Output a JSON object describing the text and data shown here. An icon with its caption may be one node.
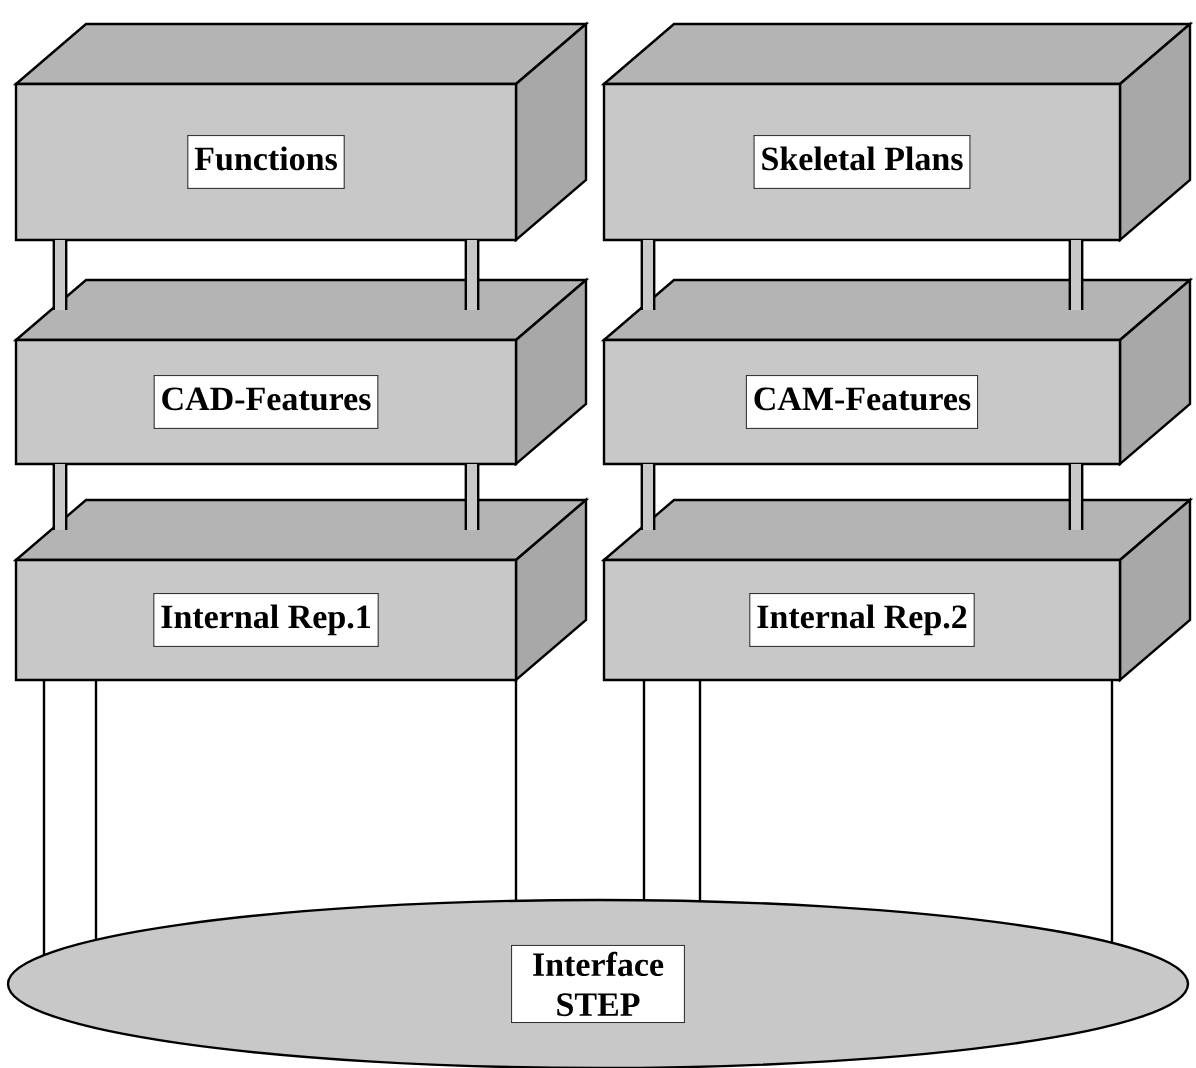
{
  "diagram": {
    "nodes": [
      {
        "text": [
          "Functions"
        ]
      },
      {
        "text": [
          "CAD-Features"
        ]
      },
      {
        "text": [
          "Internal Rep.1"
        ]
      },
      {
        "text": [
          "Skeletal Plans"
        ]
      },
      {
        "text": [
          "CAM-Features"
        ]
      },
      {
        "text": [
          "Internal Rep.2"
        ]
      },
      {
        "text": [
          "Interface STEP"
        ]
      }
    ],
    "edges": [
      {
        "from": 0,
        "to": 1,
        "arrow": "none"
      },
      {
        "from": 0,
        "to": 1,
        "arrow": "none"
      },
      {
        "from": 1,
        "to": 2,
        "arrow": "none"
      },
      {
        "from": 1,
        "to": 2,
        "arrow": "none"
      },
      {
        "from": 2,
        "to": 6,
        "arrow": "none"
      },
      {
        "from": 2,
        "to": 6,
        "arrow": "none"
      },
      {
        "from": 2,
        "to": 6,
        "arrow": "none"
      },
      {
        "from": 3,
        "to": 4,
        "arrow": "none"
      },
      {
        "from": 3,
        "to": 4,
        "arrow": "none"
      },
      {
        "from": 4,
        "to": 5,
        "arrow": "none"
      },
      {
        "from": 4,
        "to": 5,
        "arrow": "none"
      },
      {
        "from": 5,
        "to": 6,
        "arrow": "none"
      },
      {
        "from": 5,
        "to": 6,
        "arrow": "none"
      },
      {
        "from": 5,
        "to": 6,
        "arrow": "none"
      }
    ]
  }
}
